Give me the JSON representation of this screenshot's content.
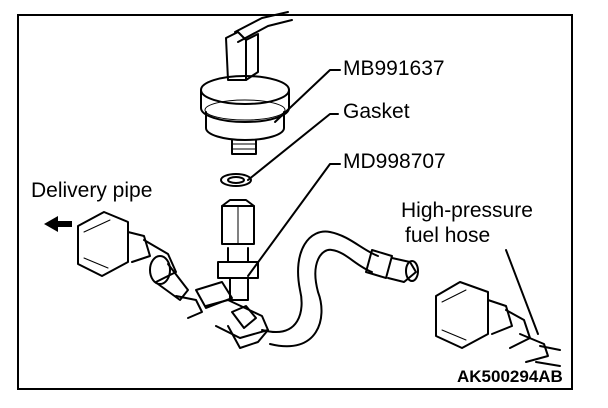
{
  "labels": {
    "tool_sensor": "MB991637",
    "gasket": "Gasket",
    "adapter": "MD998707",
    "delivery_pipe": "Delivery pipe",
    "hose_line1": "High-pressure",
    "hose_line2": "fuel hose"
  },
  "figure_code": "AK500294AB",
  "icons": {
    "direction_arrow": "left-arrow-icon"
  },
  "colors": {
    "ink": "#000000",
    "background": "#ffffff"
  }
}
